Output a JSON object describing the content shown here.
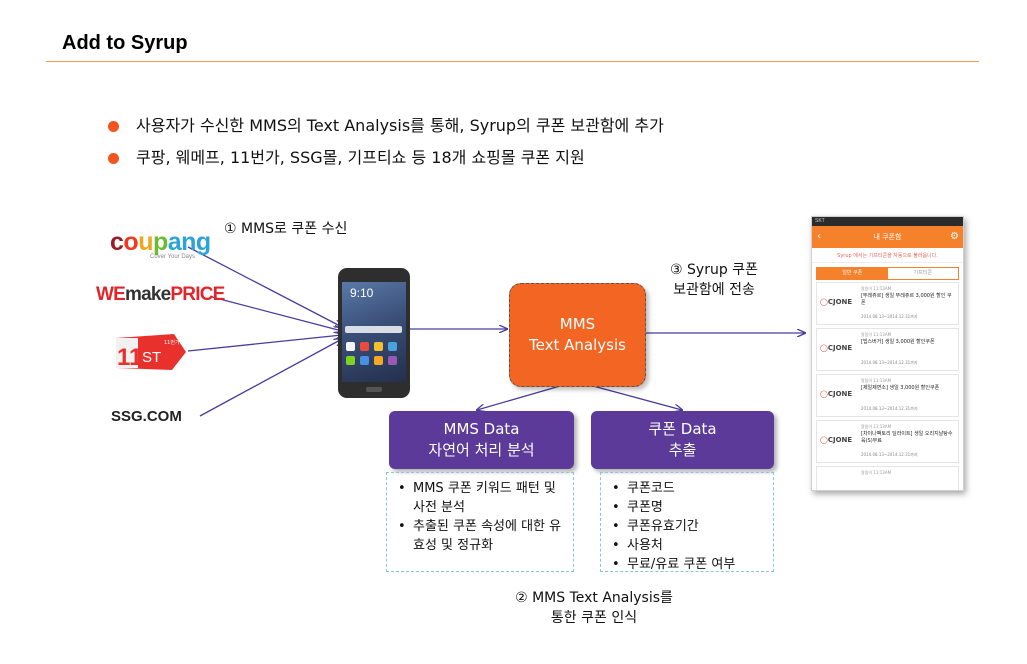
{
  "title": "Add to Syrup",
  "bullets": [
    "사용자가 수신한 MMS의 Text Analysis를 통해, Syrup의 쿠폰 보관함에 추가",
    "쿠팡, 웨메프, 11번가, SSG몰, 기프티쇼 등 18개 쇼핑몰 쿠폰 지원"
  ],
  "steps": {
    "step1": "① MMS로 쿠폰 수신",
    "step2_line1": "② MMS Text Analysis를",
    "step2_line2": "통한 쿠폰 인식",
    "step3_line1": "③ Syrup 쿠폰",
    "step3_line2": "보관함에 전송"
  },
  "logos": {
    "coupang": [
      "c",
      "o",
      "u",
      "p",
      "ang"
    ],
    "coupang_tagline": "Cover Your Days",
    "wemakeprice": [
      "WE",
      "make",
      "PRICE"
    ],
    "elevenst": [
      "11",
      "ST",
      "11번가"
    ],
    "ssg": "SSG.COM"
  },
  "phone": {
    "time": "9:10"
  },
  "boxes": {
    "mms_line1": "MMS",
    "mms_line2": "Text Analysis",
    "nlp_line1": "MMS Data",
    "nlp_line2": "자연어 처리 분석",
    "coupon_line1": "쿠폰 Data",
    "coupon_line2": "추출"
  },
  "nlp_items": [
    "MMS 쿠폰 키워드 패턴 및 사전 분석",
    "추출된 쿠폰 속성에 대한 유효성 및 정규화"
  ],
  "coupon_items": [
    "쿠폰코드",
    "쿠폰명",
    "쿠폰유효기간",
    "사용처",
    "무료/유료 쿠폰 여부"
  ],
  "screenshot": {
    "status": "SKT",
    "header": "내 쿠폰함",
    "back_icon": "‹",
    "gear_icon": "⚙",
    "note": "Syrup 에서는 기프티콘을 자동으로 불러옵니다.",
    "tab_on": "일반 쿠폰",
    "tab_off": "기프티콘",
    "brand_prefix": "◯",
    "brand": "CJONE",
    "items": [
      {
        "label": "알림이 11:13AM",
        "name": "[뚜레쥬르] 생일 뚜레쥬르 3,000원 할인 쿠폰",
        "date": "2014.08.13~2014.12.31까지"
      },
      {
        "label": "알림이 11:13AM",
        "name": "[빕스버거] 생일 3,000원 할인쿠폰",
        "date": "2014.08.13~2014.12.31까지"
      },
      {
        "label": "알림이 11:13AM",
        "name": "[제일제면소] 생일 3,000원 할인쿠폰",
        "date": "2014.08.13~2014.12.31까지"
      },
      {
        "label": "알림이 11:13AM",
        "name": "[차이나팩토리 딜라이트] 생일 오리지날탕수육(S)무료",
        "date": "2014.08.13~2014.12.31까지"
      },
      {
        "label": "알림이 11:13AM",
        "name": "",
        "date": ""
      }
    ]
  },
  "colors": {
    "accent_orange": "#f26522",
    "bullet_red": "#f2541e",
    "box_purple": "#5b3a99",
    "arrow_purple": "#4a3aa0",
    "rule_orange": "#f0a040"
  }
}
